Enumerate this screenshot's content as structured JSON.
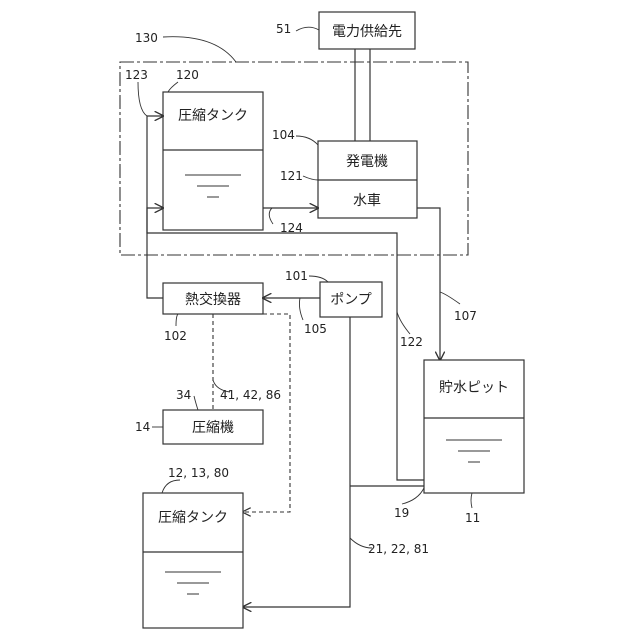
{
  "labels": {
    "power_destination": "電力供給先",
    "compressed_tank_top": "圧縮タンク",
    "generator": "発電機",
    "water_wheel": "水車",
    "heat_exchanger": "熱交換器",
    "pump": "ポンプ",
    "storage_pit": "貯水ピット",
    "compressor": "圧縮機",
    "compressed_tank_bottom": "圧縮タンク"
  },
  "refs": {
    "r51": "51",
    "r130": "130",
    "r123": "123",
    "r120": "120",
    "r104": "104",
    "r121": "121",
    "r124": "124",
    "r101": "101",
    "r105": "105",
    "r102": "102",
    "r122": "122",
    "r107": "107",
    "r34": "34",
    "r41": "41, 42, 86",
    "r14": "14",
    "r12": "12, 13, 80",
    "r19": "19",
    "r11": "11",
    "r21": "21, 22, 81"
  }
}
